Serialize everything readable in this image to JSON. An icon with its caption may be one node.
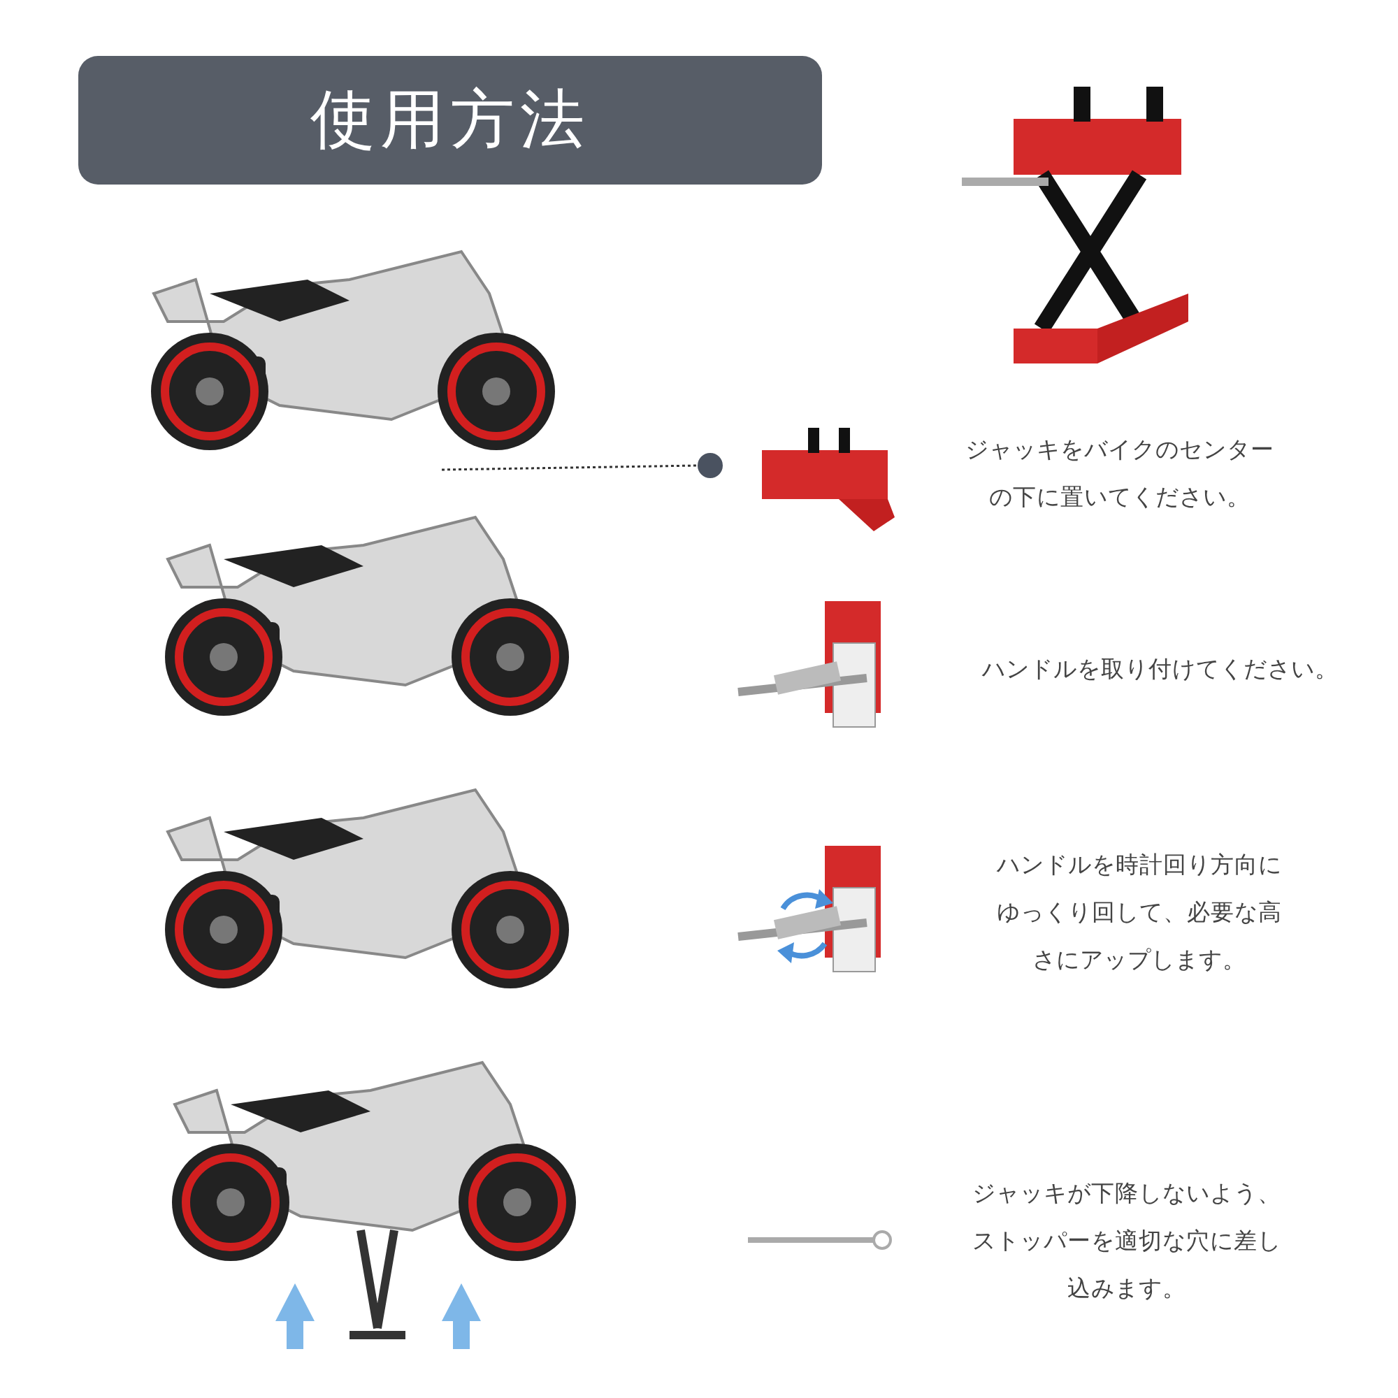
{
  "diagram": {
    "title": "使用方法",
    "nodes": [
      {
        "text": [],
        "shape": "picture"
      },
      {
        "text": [],
        "shape": "circle"
      }
    ],
    "edges": [
      {
        "from": 0,
        "to": 1,
        "arrow": "none",
        "style": "dashed"
      }
    ],
    "labels": [
      "ジャッキをバイクのセンターの下に置いてください。",
      "ハンドルを取り付けてください。",
      "ハンドルを時計回り方向にゆっくり回して、必要な高さにアップします。",
      "ジャッキが下降しないよう、ストッパーを適切な穴に差し込みます。"
    ]
  }
}
